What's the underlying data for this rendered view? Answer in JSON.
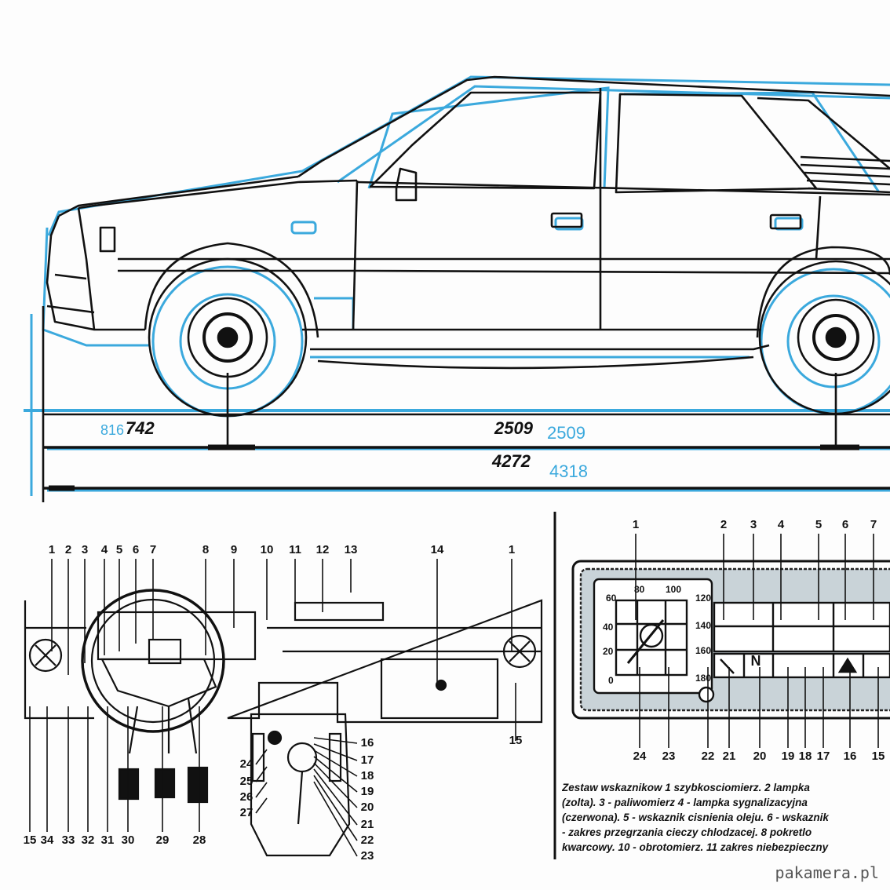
{
  "dimensions": {
    "front_overhang": "742",
    "front_overhang_blue": "816",
    "wheelbase": "2509",
    "wheelbase_blue": "2509",
    "length": "4272",
    "length_blue": "4318"
  },
  "dashboard_left": {
    "top_labels": [
      "1",
      "2",
      "3",
      "4",
      "5",
      "6",
      "7",
      "8",
      "9",
      "10",
      "11",
      "12",
      "13",
      "14",
      "1"
    ],
    "right_labels": [
      "16",
      "17",
      "18",
      "19",
      "20",
      "21",
      "22",
      "23",
      "15"
    ],
    "left_labels": [
      "24",
      "25",
      "26",
      "27"
    ],
    "bottom_labels": [
      "15",
      "34",
      "33",
      "32",
      "31",
      "30",
      "29",
      "28"
    ]
  },
  "instrument_cluster": {
    "top_labels": [
      "1",
      "2",
      "3",
      "4",
      "5",
      "6",
      "7"
    ],
    "bottom_labels": [
      "24",
      "23",
      "22",
      "21",
      "20",
      "19",
      "18",
      "17",
      "16",
      "15"
    ],
    "speed_scale": [
      "60",
      "80",
      "100",
      "120",
      "140",
      "160",
      "180"
    ],
    "rpm_scale": [
      "40",
      "20",
      "0"
    ],
    "warning_symbols": [
      "N"
    ]
  },
  "caption": [
    "Zestaw wskaznikow  1  szybkosciomierz. 2  lampka",
    "(zolta). 3 - paliwomierz  4  - lampka sygnalizacyjna",
    "(czerwona). 5 - wskaznik cisnienia oleju. 6 - wskaznik",
    "- zakres przegrzania cieczy chlodzacej. 8   pokretlo",
    "kwarcowy. 10 - obrotomierz. 11   zakres niebezpieczny"
  ],
  "watermark": "pakamera.pl",
  "colors": {
    "ink": "#111111",
    "blue": "#3ba9dd"
  }
}
